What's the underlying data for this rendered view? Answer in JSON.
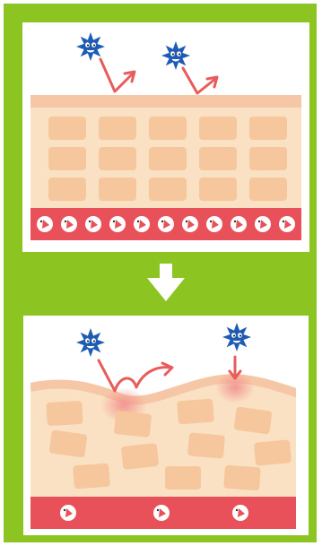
{
  "colors": {
    "frame_green": "#8cc521",
    "panel_bg": "#ffffff",
    "skin_surface": "#f6c7a6",
    "skin_fill": "#fbe1c3",
    "cell": "#f6c79d",
    "blood_band": "#e8505a",
    "germ_blue": "#1d5bb5",
    "arrow_red": "#e85c5c",
    "down_arrow": "#ffffff",
    "inflamed": "#f2a3a3"
  },
  "icons": {
    "germ": "star-germ-icon",
    "blood_cell": "blood-cell-icon",
    "transition": "down-arrow-icon"
  },
  "panels": [
    {
      "name": "healthy-skin",
      "germs": 2,
      "germs_bounced": 2,
      "blood_cells": 11
    },
    {
      "name": "damaged-skin",
      "germs": 2,
      "germs_bounced": 1,
      "germs_penetrating": 1,
      "blood_cells": 3
    }
  ]
}
